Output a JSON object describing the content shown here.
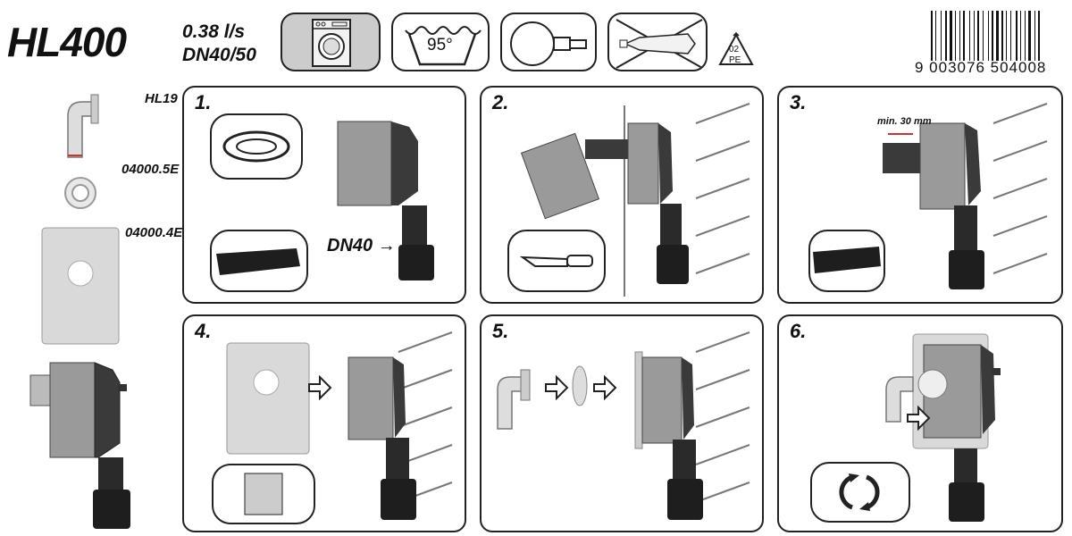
{
  "header": {
    "product": "HL400",
    "flow_rate": "0.38 l/s",
    "pipe_size": "DN40/50",
    "wash_temp": "95°",
    "recycling_number": "02",
    "recycling_code": "PE",
    "barcode_number": "9 003076 504008"
  },
  "parts": [
    {
      "code": "HL19"
    },
    {
      "code": "04000.5E"
    },
    {
      "code": "04000.4E"
    }
  ],
  "steps": [
    {
      "number": "1."
    },
    {
      "number": "2."
    },
    {
      "number": "3."
    },
    {
      "number": "4."
    },
    {
      "number": "5."
    },
    {
      "number": "6."
    }
  ],
  "annotations": {
    "dn40_label": "DN40 →",
    "min_distance": "min. 30 mm"
  }
}
